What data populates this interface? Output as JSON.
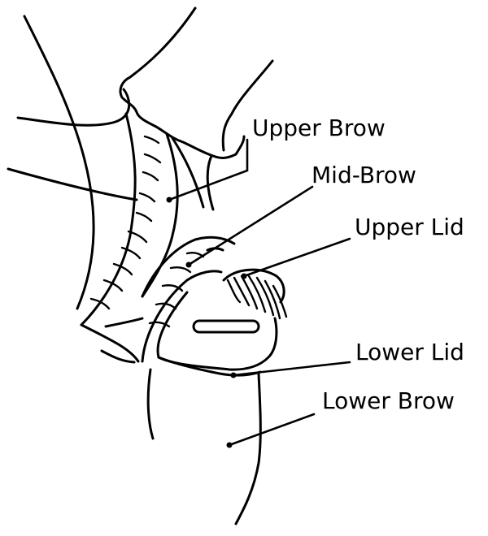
{
  "labels": {
    "upper_brow": "Upper Brow",
    "mid_brow": "Mid-Brow",
    "upper_lid": "Upper Lid",
    "lower_lid": "Lower Lid",
    "lower_brow": "Lower Brow"
  }
}
